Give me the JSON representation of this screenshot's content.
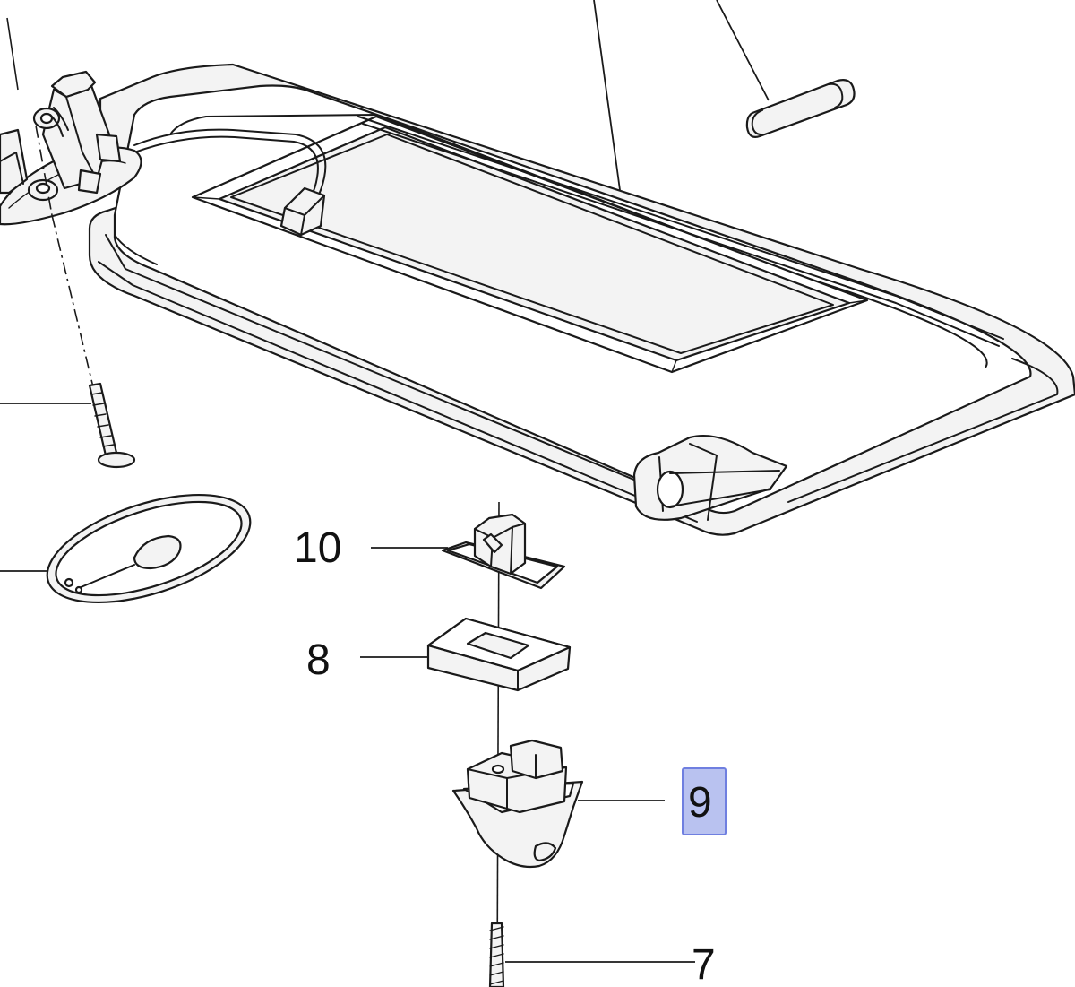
{
  "callouts": {
    "part_10": "10",
    "part_8": "8",
    "part_9": "9",
    "part_7": "7"
  },
  "highlight": {
    "selected_callout": "9",
    "fill_color": "#b9c2f0",
    "border_color": "#6f7fe0"
  }
}
